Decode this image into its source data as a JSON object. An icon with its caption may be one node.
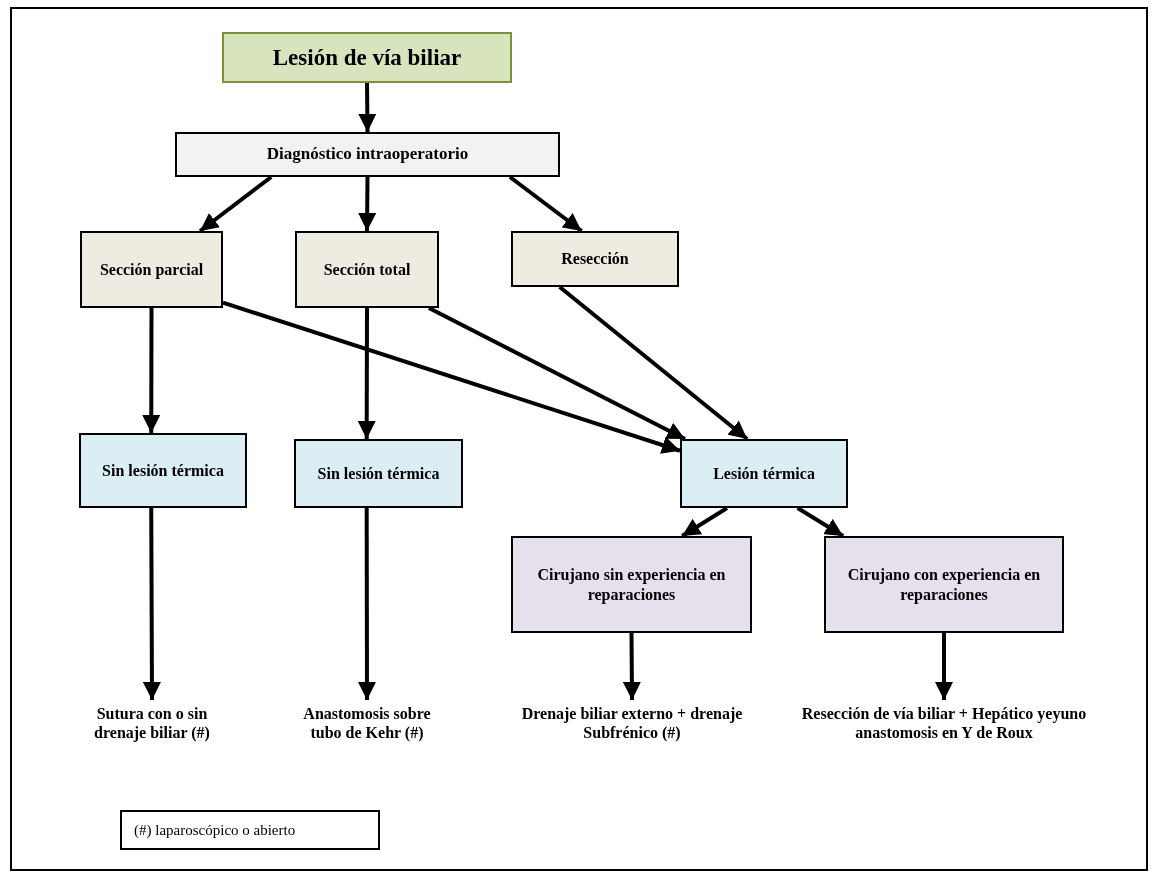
{
  "diagram": {
    "nodes": [
      {
        "text": [
          "Lesión de vía biliar"
        ]
      },
      {
        "text": [
          "Diagnóstico intraoperatorio"
        ]
      },
      {
        "text": [
          "Sección parcial"
        ]
      },
      {
        "text": [
          "Sección total"
        ]
      },
      {
        "text": [
          "Resección"
        ]
      },
      {
        "text": [
          "Sin lesión térmica"
        ]
      },
      {
        "text": [
          "Sin lesión térmica"
        ]
      },
      {
        "text": [
          "Lesión térmica"
        ]
      },
      {
        "text": [
          "Cirujano sin experiencia en reparaciones"
        ]
      },
      {
        "text": [
          "Cirujano con experiencia en reparaciones"
        ]
      },
      {
        "text": [
          "Sutura con o sin drenaje biliar (#)"
        ]
      },
      {
        "text": [
          "Anastomosis sobre tubo de Kehr (#)"
        ]
      },
      {
        "text": [
          "Drenaje biliar externo + drenaje Subfrénico (#)"
        ]
      },
      {
        "text": [
          "Resección de vía biliar + Hepático yeyuno anastomosis en Y de Roux"
        ]
      },
      {
        "text": [
          "(#) laparoscópico o abierto"
        ]
      }
    ],
    "edges": [
      {
        "from": 0,
        "to": 1,
        "arrow": "to"
      },
      {
        "from": 1,
        "to": 2,
        "arrow": "to"
      },
      {
        "from": 1,
        "to": 3,
        "arrow": "to"
      },
      {
        "from": 1,
        "to": 4,
        "arrow": "to"
      },
      {
        "from": 2,
        "to": 5,
        "arrow": "to"
      },
      {
        "from": 2,
        "to": 7,
        "arrow": "to"
      },
      {
        "from": 3,
        "to": 6,
        "arrow": "to"
      },
      {
        "from": 3,
        "to": 7,
        "arrow": "to"
      },
      {
        "from": 4,
        "to": 7,
        "arrow": "to"
      },
      {
        "from": 5,
        "to": 10,
        "arrow": "to"
      },
      {
        "from": 6,
        "to": 11,
        "arrow": "to"
      },
      {
        "from": 7,
        "to": 8,
        "arrow": "to"
      },
      {
        "from": 7,
        "to": 9,
        "arrow": "to"
      },
      {
        "from": 8,
        "to": 12,
        "arrow": "to"
      },
      {
        "from": 9,
        "to": 13,
        "arrow": "to"
      }
    ]
  }
}
